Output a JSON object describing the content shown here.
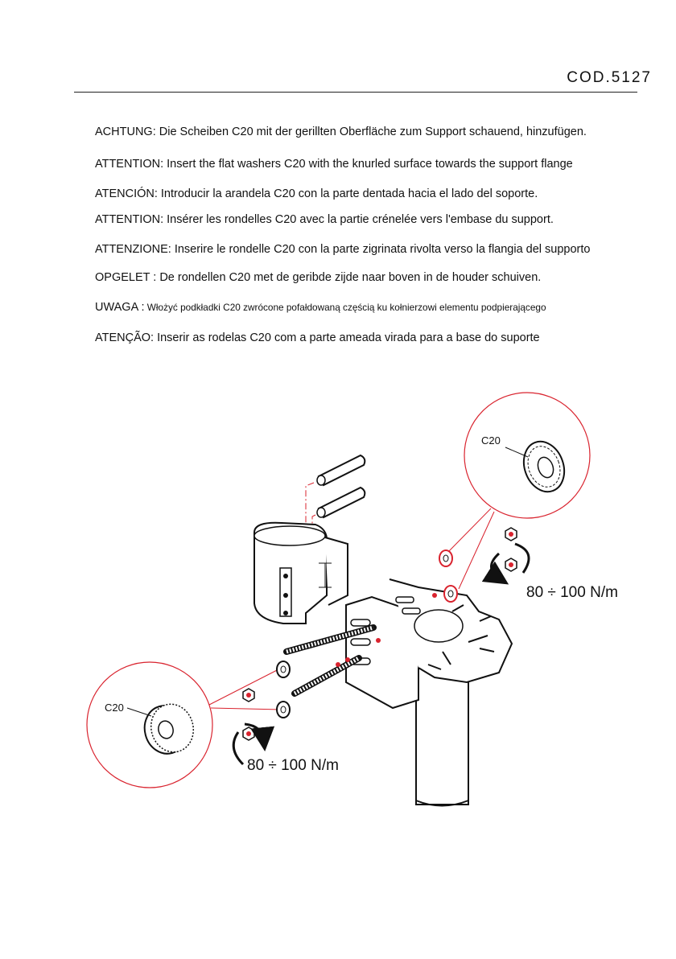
{
  "header": {
    "code": "COD.5127"
  },
  "warnings": [
    {
      "lead": "ACHTUNG:",
      "body": " Die Scheiben C20 mit der gerillten Oberfläche zum Support schauend, hinzufügen."
    },
    {
      "lead": "ATTENTION:",
      "body": " Insert the flat washers C20 with the knurled surface towards the support flange"
    },
    {
      "lead": "ATENCIÓN:",
      "body": " Introducir la arandela C20 con la parte dentada hacia el lado del soporte."
    },
    {
      "lead": "ATTENTION:",
      "body": " Insérer les rondelles C20 avec la partie crénelée vers l'embase du support."
    },
    {
      "lead": "ATTENZIONE:",
      "body": " Inserire le rondelle C20 con la parte zigrinata rivolta verso la flangia del supporto"
    },
    {
      "lead": "OPGELET :",
      "body": " De rondellen C20 met de geribde zijde naar boven  in de houder schuiven."
    },
    {
      "lead": "UWAGA :",
      "body": " Włożyć podkładki C20 zwrócone  pofałdowaną częścią ku kołnierzowi elementu podpierającego"
    },
    {
      "lead": "ATENÇÃO:",
      "body": " Inserir as rodelas C20 com a parte ameada virada para a base do suporte"
    }
  ],
  "diagram": {
    "washer_label_top": "C20",
    "washer_label_left": "C20",
    "torque_top": "80 ÷ 100 N/m",
    "torque_bottom": "80 ÷ 100 N/m",
    "accent_color": "#d9232e"
  }
}
